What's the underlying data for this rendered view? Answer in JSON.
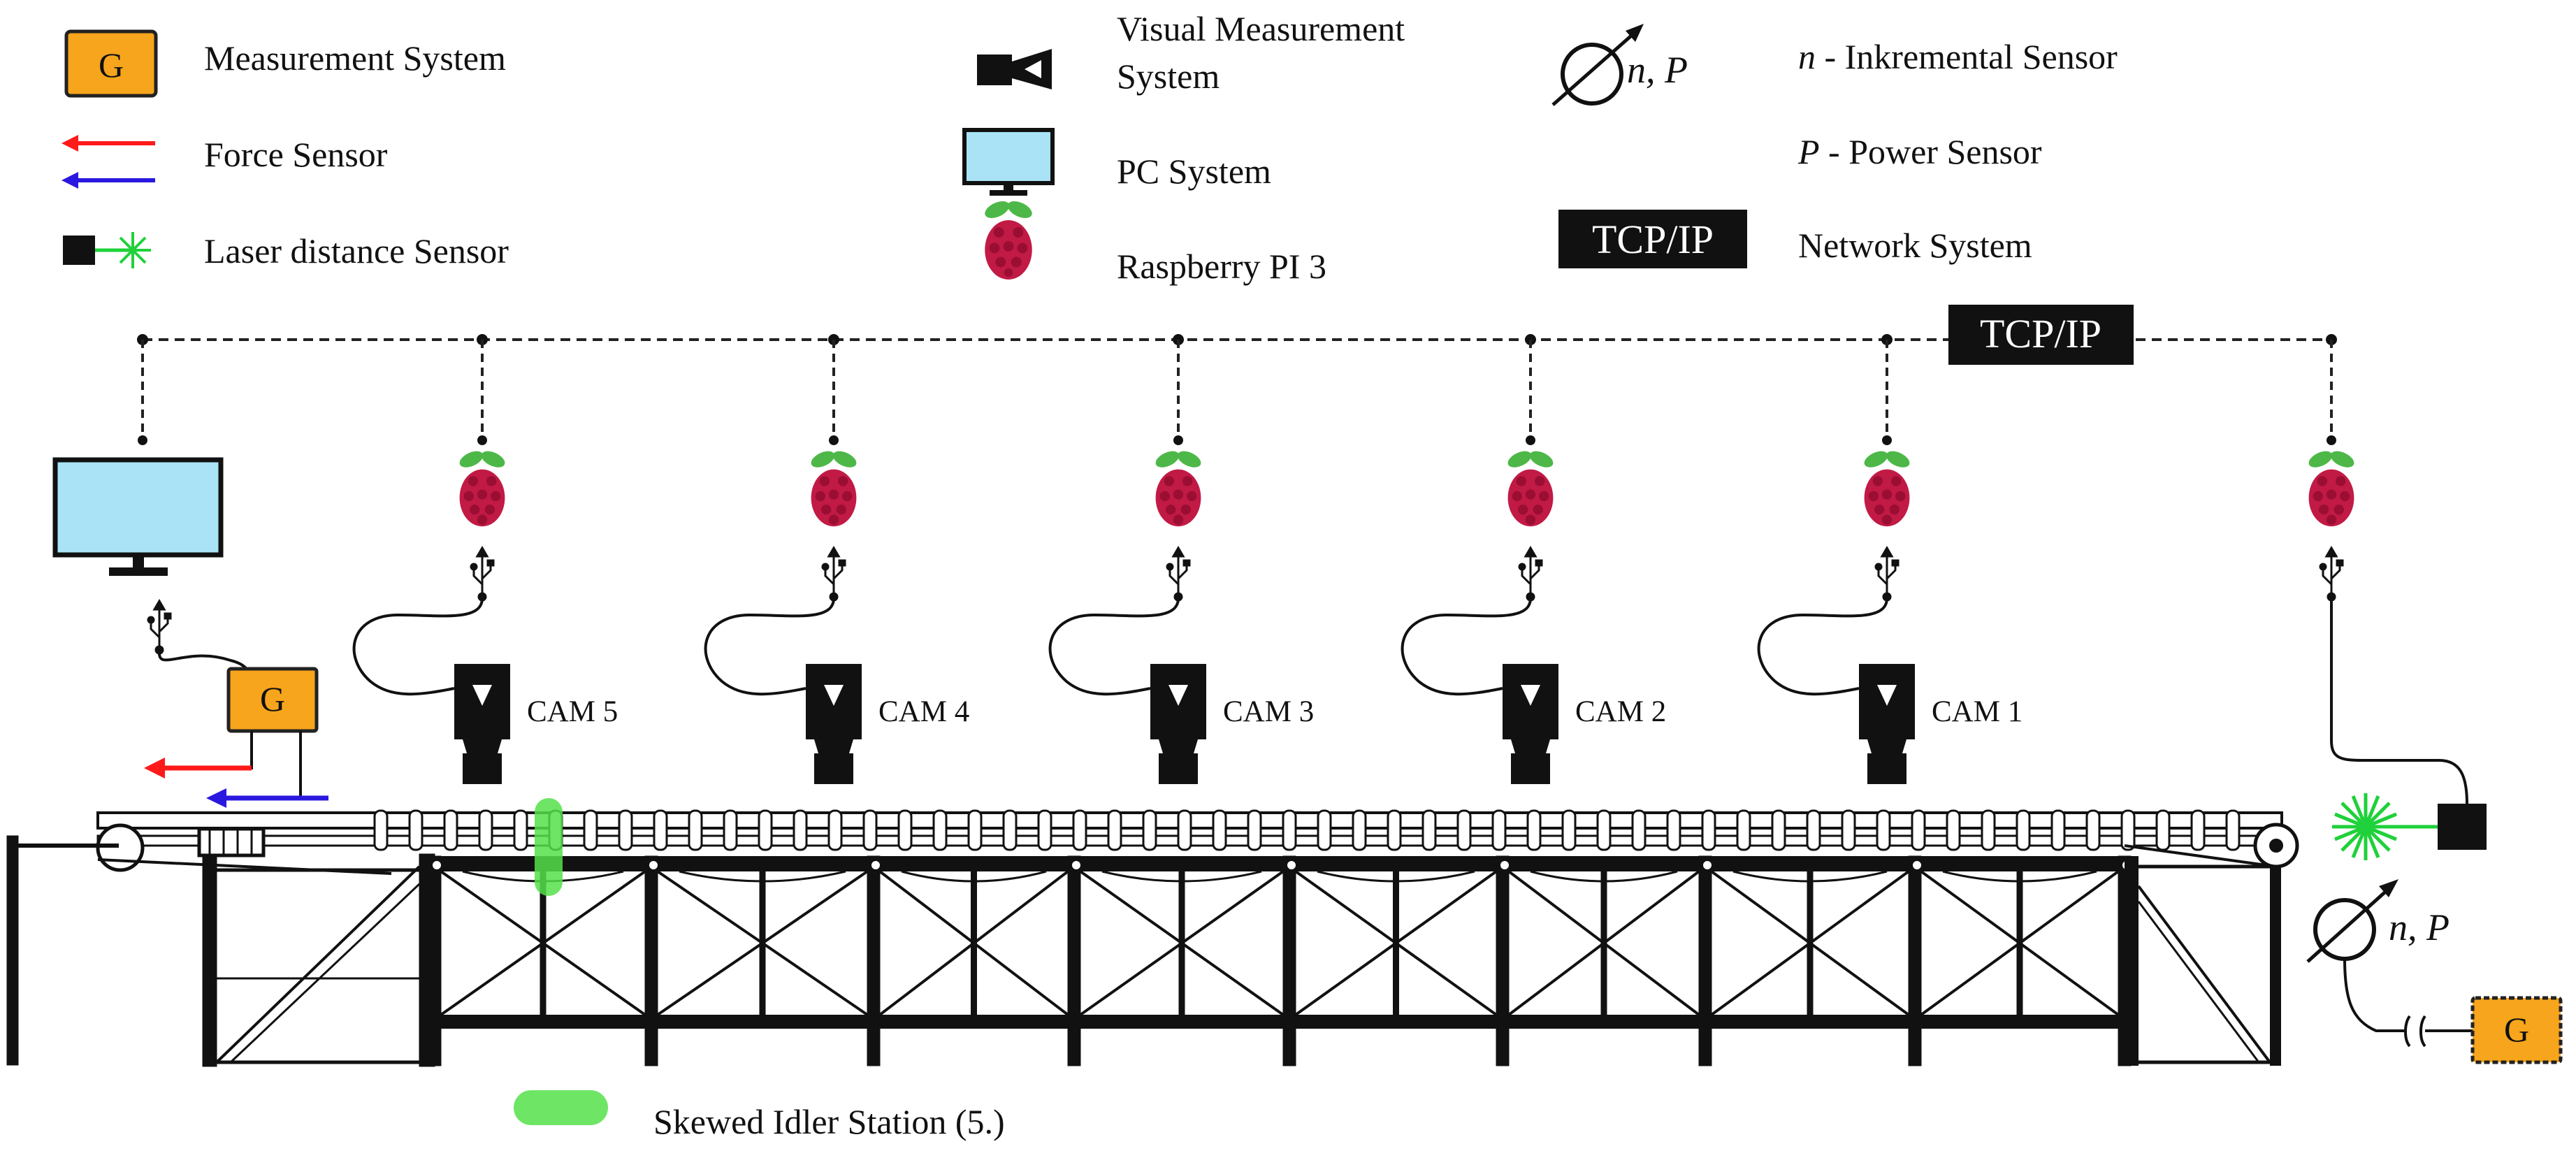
{
  "colors": {
    "measurement_box": "#f7a51c",
    "force_red": "#ff1a1a",
    "force_blue": "#2a18e0",
    "laser_green": "#1fd13a",
    "monitor_screen": "#a9e3f5",
    "raspberry_red": "#c11a45",
    "raspberry_leaf": "#4db848",
    "skewed_idler": "#55e04a",
    "network_box": "#111111",
    "line": "#111111"
  },
  "legend": {
    "measurement_system": {
      "icon": "measurement-box-icon",
      "symbol": "G",
      "label": "Measurement System"
    },
    "force_sensor": {
      "icon": "force-arrows-icon",
      "label": "Force Sensor"
    },
    "laser_sensor": {
      "icon": "laser-sensor-icon",
      "label": "Laser distance Sensor"
    },
    "visual_system": {
      "icon": "camera-icon",
      "label_line1": "Visual Measurement",
      "label_line2": "System"
    },
    "pc_system": {
      "icon": "monitor-icon",
      "label": "PC System"
    },
    "raspberry_pi": {
      "icon": "raspberry-pi-icon",
      "label": "Raspberry PI 3"
    },
    "rotary_sensor": {
      "icon": "rotary-sensor-icon",
      "symbol": "n, P"
    },
    "incremental_sensor": {
      "var": "n",
      "label": " - Inkremental Sensor"
    },
    "power_sensor": {
      "var": "P",
      "label": " - Power Sensor"
    },
    "network_system": {
      "icon": "tcp-ip-badge",
      "badge": "TCP/IP",
      "label": "Network System"
    }
  },
  "network": {
    "badge": "TCP/IP",
    "node_count": 7
  },
  "cameras": [
    "CAM 5",
    "CAM 4",
    "CAM 3",
    "CAM 2",
    "CAM 1"
  ],
  "measurement_symbol": "G",
  "rotary_label": "n, P",
  "skewed_idler_label": "Skewed Idler Station (5.)"
}
